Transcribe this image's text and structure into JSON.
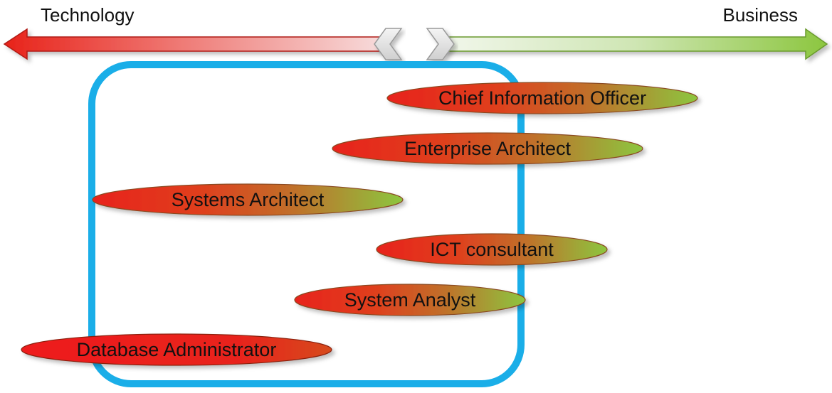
{
  "axis": {
    "left_label": "Technology",
    "right_label": "Business"
  },
  "colors": {
    "technology": "#e8231a",
    "business": "#8cc63f",
    "frame": "#1aaee8",
    "chevron": "#e6e6e6"
  },
  "roles": [
    {
      "id": "cio",
      "label": "Chief Information Officer"
    },
    {
      "id": "enterprise-architect",
      "label": "Enterprise Architect"
    },
    {
      "id": "systems-architect",
      "label": "Systems Architect"
    },
    {
      "id": "ict-consultant",
      "label": "ICT consultant"
    },
    {
      "id": "system-analyst",
      "label": "System Analyst"
    },
    {
      "id": "dba",
      "label": "Database Administrator"
    }
  ]
}
